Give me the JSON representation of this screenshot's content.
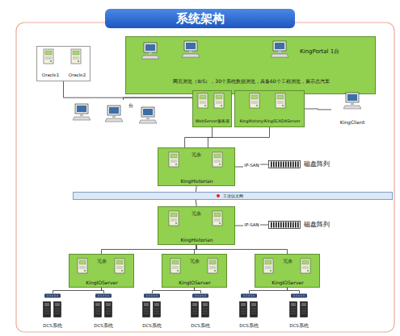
{
  "diagram": {
    "title": "系统架构",
    "nodes": [
      {
        "text": [
          "KingPortal 1台",
          "网页浏览（B/S），30个系统数据浏览，具备60个工程浏览，展示总汽车"
        ]
      },
      {
        "text": [
          "Oracle1",
          "Oracle2"
        ]
      },
      {
        "text": [
          "台"
        ]
      },
      {
        "text": [
          "WebServer服务器"
        ]
      },
      {
        "text": [
          "KingHistory/KingSCADAServer"
        ]
      },
      {
        "text": [
          "KingClient"
        ]
      },
      {
        "text": [
          "冗余",
          "KingHistorian"
        ]
      },
      {
        "text": [
          "磁盘阵列"
        ]
      },
      {
        "text": [
          "工业以太网"
        ]
      },
      {
        "text": [
          "冗余",
          "KingHistorian"
        ]
      },
      {
        "text": [
          "磁盘阵列"
        ]
      },
      {
        "text": [
          "冗余",
          "KingIOServer"
        ]
      },
      {
        "text": [
          "冗余",
          "KingIOServer"
        ]
      },
      {
        "text": [
          "冗余",
          "KingIOServer"
        ]
      },
      {
        "text": [
          "DCS系统"
        ]
      },
      {
        "text": [
          "DCS系统"
        ]
      },
      {
        "text": [
          "DCS系统"
        ]
      },
      {
        "text": [
          "DCS系统"
        ]
      },
      {
        "text": [
          "DCS系统"
        ]
      },
      {
        "text": [
          "DCS系统"
        ]
      }
    ],
    "edges": [
      {
        "from": 0,
        "to": 3,
        "arrow": "none"
      },
      {
        "from": 0,
        "to": 4,
        "arrow": "none"
      },
      {
        "from": 1,
        "to": 3,
        "arrow": "none"
      },
      {
        "from": 2,
        "to": 3,
        "arrow": "none"
      },
      {
        "from": 5,
        "to": 4,
        "arrow": "none"
      },
      {
        "from": 3,
        "to": 6,
        "arrow": "none"
      },
      {
        "from": 4,
        "to": 6,
        "arrow": "none"
      },
      {
        "from": 6,
        "to": 7,
        "label": "IP-SAN",
        "arrow": "none"
      },
      {
        "from": 6,
        "to": 8,
        "arrow": "none"
      },
      {
        "from": 8,
        "to": 9,
        "arrow": "none"
      },
      {
        "from": 9,
        "to": 10,
        "label": "IP-SAN",
        "arrow": "none"
      },
      {
        "from": 9,
        "to": 11,
        "arrow": "none"
      },
      {
        "from": 9,
        "to": 12,
        "arrow": "none"
      },
      {
        "from": 9,
        "to": 13,
        "arrow": "none"
      },
      {
        "from": 11,
        "to": 14,
        "arrow": "none"
      },
      {
        "from": 11,
        "to": 15,
        "arrow": "none"
      },
      {
        "from": 12,
        "to": 16,
        "arrow": "none"
      },
      {
        "from": 12,
        "to": 17,
        "arrow": "none"
      },
      {
        "from": 13,
        "to": 18,
        "arrow": "none"
      },
      {
        "from": 13,
        "to": 19,
        "arrow": "none"
      }
    ]
  }
}
